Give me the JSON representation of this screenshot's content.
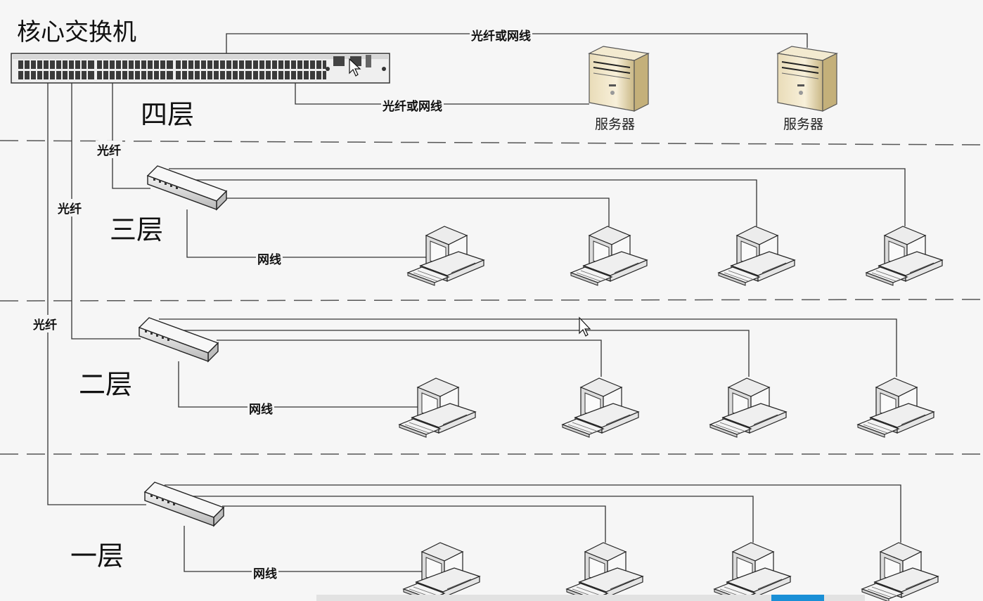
{
  "title": "核心交换机",
  "floors": [
    "四层",
    "三层",
    "二层",
    "一层"
  ],
  "server_label": "服务器",
  "link_labels": {
    "core_to_server_top": "光纤或网线",
    "core_to_server_mid": "光纤或网线",
    "fiber": "光纤",
    "cable": "网线"
  },
  "colors": {
    "line": "#333333",
    "dash": "#555555",
    "background": "#f6f6f6"
  }
}
